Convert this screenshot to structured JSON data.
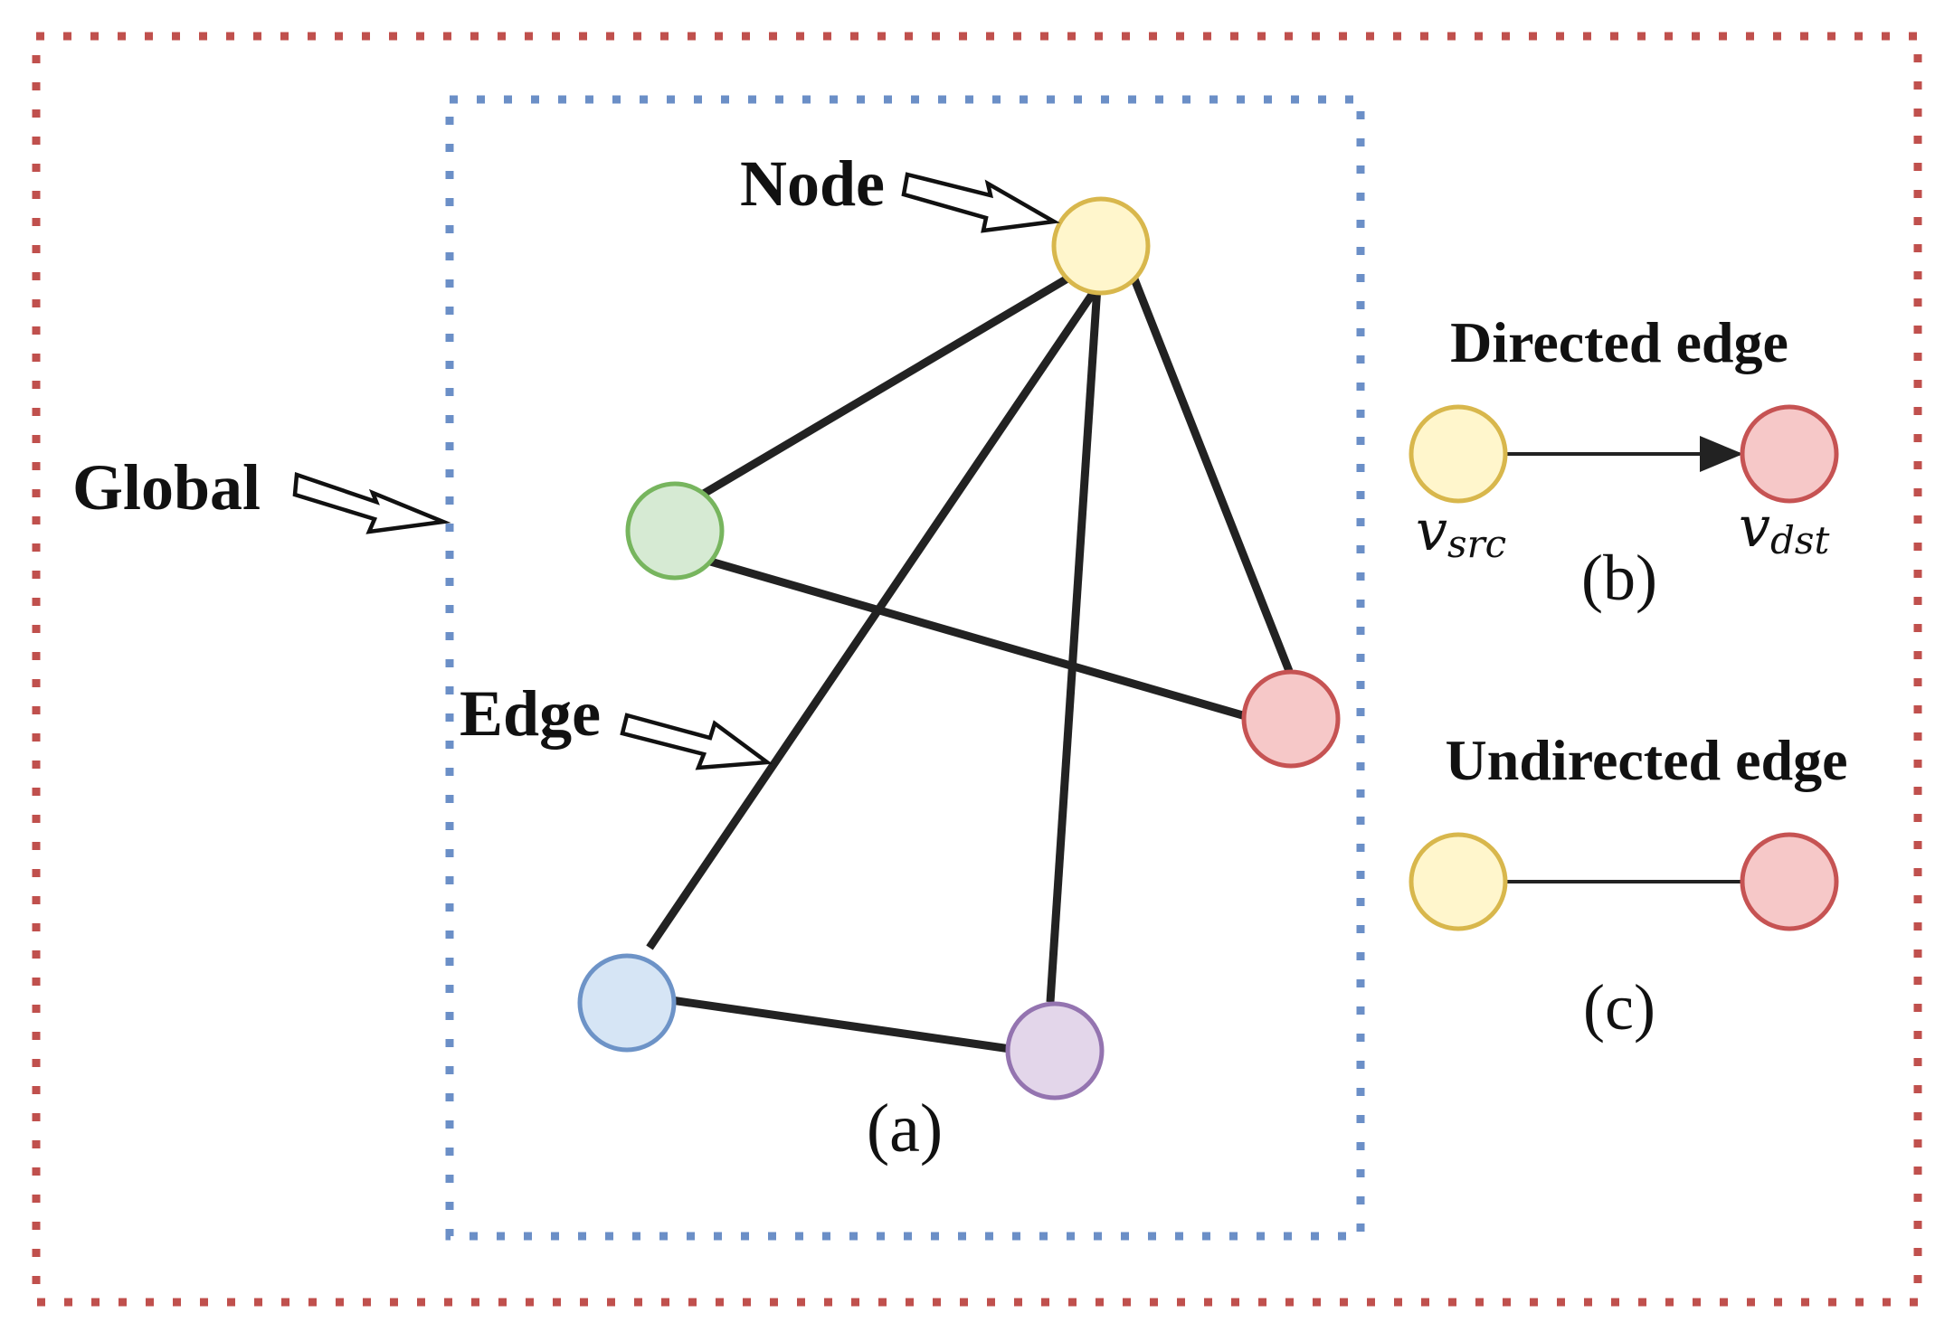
{
  "colors": {
    "outer_border": "#c0504d",
    "inner_border": "#6b8fc7",
    "edge": "#222222",
    "node_yellow_fill": "#fff6cc",
    "node_yellow_stroke": "#d8b74c",
    "node_green_fill": "#d6ead3",
    "node_green_stroke": "#77b55e",
    "node_red_fill": "#f6c8c8",
    "node_red_stroke": "#c65353",
    "node_blue_fill": "#d6e5f5",
    "node_blue_stroke": "#6d93c7",
    "node_purple_fill": "#e3d6ea",
    "node_purple_stroke": "#9474b0"
  },
  "labels": {
    "global": "Global",
    "node": "Node",
    "edge": "Edge",
    "panel_a": "(a)",
    "directed_edge": "Directed edge",
    "undirected_edge": "Undirected edge",
    "panel_b": "(b)",
    "panel_c": "(c)",
    "v_src_main": "v",
    "v_src_sub": "src",
    "v_dst_main": "v",
    "v_dst_sub": "dst"
  }
}
